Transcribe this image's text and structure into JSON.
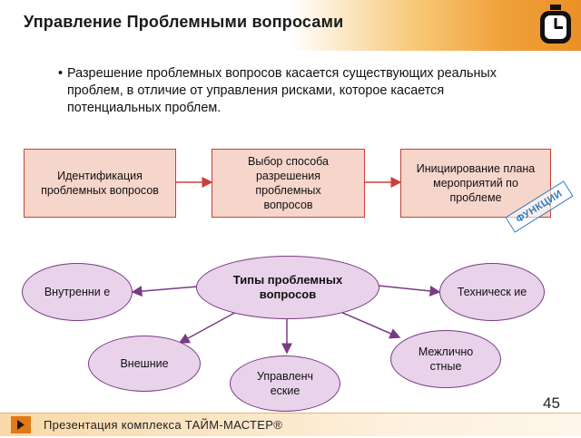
{
  "header": {
    "title": "Управление Проблемными вопросами"
  },
  "intro": {
    "text": "Разрешение проблемных вопросов касается существующих реальных проблем, в отличие от управления рисками, которое касается потенциальных проблем."
  },
  "process": {
    "step1": "Идентификация проблемных вопросов",
    "step2": "Выбор способа разрешения проблемных вопросов",
    "step3": "Инициирование плана мероприятий по проблеме",
    "stamp": "ФУНКЦИИ"
  },
  "types": {
    "center": "Типы проблемных вопросов",
    "internal": "Внутренни е",
    "technical": "Техническ ие",
    "external": "Внешние",
    "managerial": "Управленч еские",
    "interpersonal": "Межлично стные"
  },
  "footer": {
    "text": "Презентация комплекса ТАЙМ-МАСТЕР®",
    "page": "45"
  },
  "colors": {
    "accent": "#f0a23c",
    "box_border": "#c8403a",
    "box_fill": "#f6d5cb",
    "oval_border": "#7a3a86",
    "oval_fill": "#e8d3ea",
    "stamp": "#2e7cc4"
  }
}
